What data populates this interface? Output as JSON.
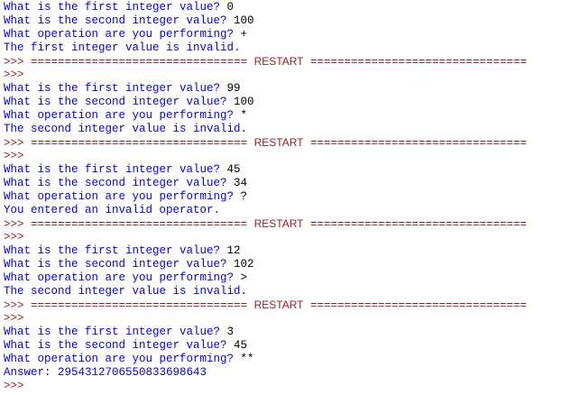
{
  "shell": {
    "prompt_symbol": ">>>",
    "restart_sep": "================================",
    "restart_label": "RESTART",
    "sessions": [
      {
        "q1": "What is the first integer value? ",
        "a1": "0",
        "q2": "What is the second integer value? ",
        "a2": "100",
        "q3": "What operation are you performing? ",
        "a3": "+",
        "out": "The first integer value is invalid."
      },
      {
        "q1": "What is the first integer value? ",
        "a1": "99",
        "q2": "What is the second integer value? ",
        "a2": "100",
        "q3": "What operation are you performing? ",
        "a3": "*",
        "out": "The second integer value is invalid."
      },
      {
        "q1": "What is the first integer value? ",
        "a1": "45",
        "q2": "What is the second integer value? ",
        "a2": "34",
        "q3": "What operation are you performing? ",
        "a3": "?",
        "out": "You entered an invalid operator."
      },
      {
        "q1": "What is the first integer value? ",
        "a1": "12",
        "q2": "What is the second integer value? ",
        "a2": "102",
        "q3": "What operation are you performing? ",
        "a3": ">",
        "out": "The second integer value is invalid."
      },
      {
        "q1": "What is the first integer value? ",
        "a1": "3",
        "q2": "What is the second integer value? ",
        "a2": "45",
        "q3": "What operation are you performing? ",
        "a3": "**",
        "out": "Answer: 2954312706550833698643"
      }
    ]
  },
  "colors": {
    "prompt_text": "#0000ff",
    "user_input": "#000000",
    "shell_marker": "#9d1a1a"
  }
}
